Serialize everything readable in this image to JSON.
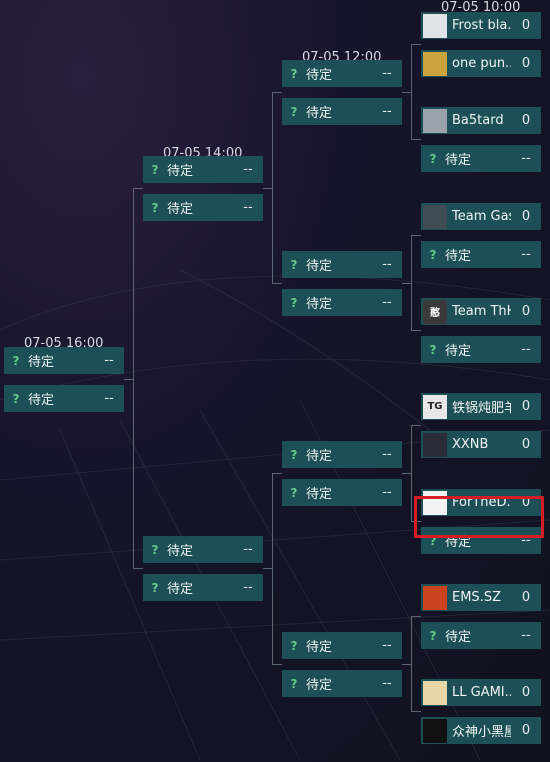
{
  "times": {
    "r1": "07-05 10:00",
    "r2": "07-05 12:00",
    "r3": "07-05 14:00",
    "r4": "07-05 16:00"
  },
  "pending": "待定",
  "pending_score": "--",
  "r1": [
    {
      "name": "Frost bla...",
      "score": "0",
      "logo": "frost-logo"
    },
    {
      "name": "one pun...",
      "score": "0",
      "logo": "one-punch-logo"
    },
    {
      "name": "Ba5tard",
      "score": "0",
      "logo": "ba5tard-logo"
    },
    {
      "name": "待定",
      "score": "--",
      "logo": "question-icon"
    },
    {
      "name": "Team Gas",
      "score": "0",
      "logo": "team-gas-logo"
    },
    {
      "name": "待定",
      "score": "--",
      "logo": "question-icon"
    },
    {
      "name": "Team ThH",
      "score": "0",
      "logo": "team-thh-logo",
      "logo_text": "憨"
    },
    {
      "name": "待定",
      "score": "--",
      "logo": "question-icon"
    },
    {
      "name": "铁锅炖肥羊",
      "score": "0",
      "logo": "tieguo-logo",
      "logo_text": "TG"
    },
    {
      "name": "XXNB",
      "score": "0",
      "logo": "xxnb-logo"
    },
    {
      "name": "ForTheD...",
      "score": "0",
      "logo": "forthed-logo"
    },
    {
      "name": "待定",
      "score": "--",
      "logo": "question-icon"
    },
    {
      "name": "EMS.SZ",
      "score": "0",
      "logo": "ems-logo"
    },
    {
      "name": "待定",
      "score": "--",
      "logo": "question-icon"
    },
    {
      "name": "LL GAMI...",
      "score": "0",
      "logo": "ll-gaming-logo"
    },
    {
      "name": "众神小黑屋",
      "score": "0",
      "logo": "zhongshen-logo"
    }
  ],
  "colors": {
    "slot": "#1d4f56",
    "highlight": "#d81c25",
    "question": "#64c98a"
  }
}
